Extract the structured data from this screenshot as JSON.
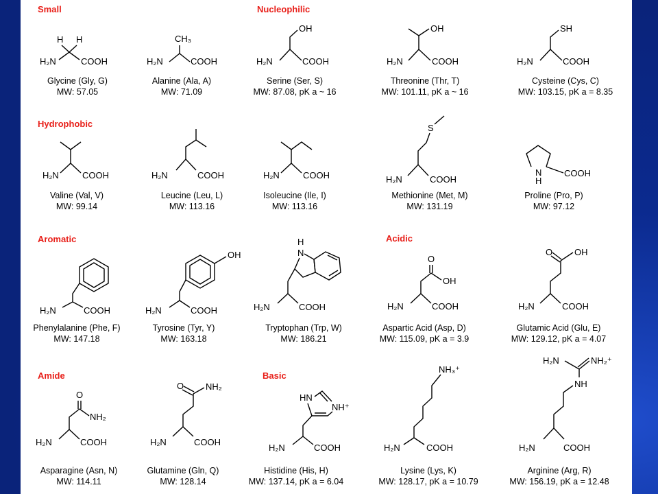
{
  "categories": [
    {
      "label": "Small"
    },
    {
      "label": "Nucleophilic"
    },
    {
      "label": "Hydrophobic"
    },
    {
      "label": "Aromatic"
    },
    {
      "label": "Acidic"
    },
    {
      "label": "Amide"
    },
    {
      "label": "Basic"
    }
  ],
  "atoms": {
    "h2n": "H₂N",
    "cooh": "COOH",
    "h": "H",
    "ch3": "CH₃",
    "oh": "OH",
    "sh": "SH",
    "s": "S",
    "nh": "N",
    "h_small": "H",
    "o": "O",
    "nh2": "NH₂",
    "hn": "HN",
    "nhplus": "NH⁺",
    "nh3plus": "NH₃⁺",
    "nh2plus": "NH₂⁺",
    "nh_arg": "NH"
  },
  "amino_acids": [
    {
      "name": "Glycine (Gly, G)",
      "mw": "MW: 57.05"
    },
    {
      "name": "Alanine (Ala, A)",
      "mw": "MW: 71.09"
    },
    {
      "name": "Serine (Ser, S)",
      "mw": "MW: 87.08, pK a  ~ 16"
    },
    {
      "name": "Threonine (Thr, T)",
      "mw": "MW: 101.11, pK a  ~ 16"
    },
    {
      "name": "Cysteine (Cys, C)",
      "mw": "MW: 103.15, pK a = 8.35"
    },
    {
      "name": "Valine (Val, V)",
      "mw": "MW: 99.14"
    },
    {
      "name": "Leucine (Leu, L)",
      "mw": "MW: 113.16"
    },
    {
      "name": "Isoleucine (Ile, I)",
      "mw": "MW: 113.16"
    },
    {
      "name": "Methionine (Met, M)",
      "mw": "MW: 131.19"
    },
    {
      "name": "Proline (Pro, P)",
      "mw": "MW: 97.12"
    },
    {
      "name": "Phenylalanine (Phe, F)",
      "mw": "MW: 147.18"
    },
    {
      "name": "Tyrosine (Tyr, Y)",
      "mw": "MW: 163.18"
    },
    {
      "name": "Tryptophan (Trp, W)",
      "mw": "MW: 186.21"
    },
    {
      "name": "Aspartic Acid (Asp, D)",
      "mw": "MW: 115.09, pK a = 3.9"
    },
    {
      "name": "Glutamic Acid (Glu, E)",
      "mw": "MW: 129.12, pK a = 4.07"
    },
    {
      "name": "Asparagine (Asn, N)",
      "mw": "MW: 114.11"
    },
    {
      "name": "Glutamine (Gln, Q)",
      "mw": "MW: 128.14"
    },
    {
      "name": "Histidine (His, H)",
      "mw": "MW: 137.14, pK a = 6.04"
    },
    {
      "name": "Lysine (Lys, K)",
      "mw": "MW: 128.17, pK a = 10.79"
    },
    {
      "name": "Arginine (Arg, R)",
      "mw": "MW: 156.19, pK a = 12.48"
    }
  ]
}
